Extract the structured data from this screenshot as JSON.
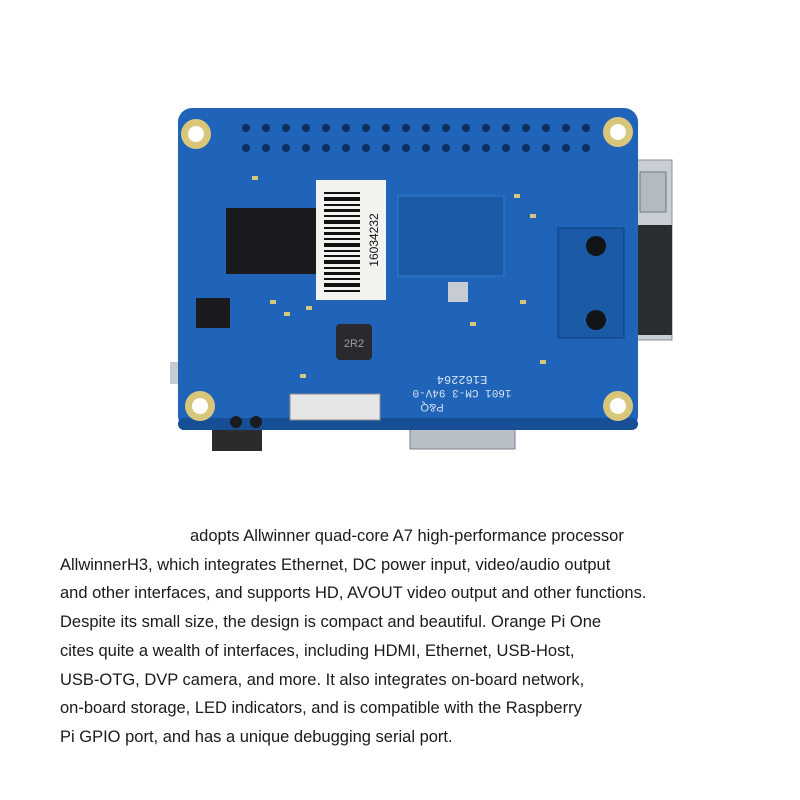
{
  "colors": {
    "pcb": "#1f64b8",
    "pcb_dark": "#174f96",
    "gold": "#d8c77a",
    "black_chip": "#1b1b1f",
    "background": "#ffffff",
    "text": "#1a1a1a"
  },
  "board": {
    "barcode_label": "16034232",
    "silkscreen_code": "E162264",
    "silkscreen_rating": "1601 CM-3 94V-0",
    "silkscreen_brand": "P&Q",
    "inductor_marking": "2R2"
  },
  "description": {
    "lines": [
      "adopts Allwinner quad-core A7 high-performance processor",
      "AllwinnerH3, which integrates Ethernet, DC power input, video/audio output",
      "and other interfaces, and supports HD, AVOUT video output and other functions.",
      "Despite its small size, the design is compact and beautiful. Orange Pi One",
      "cites quite a wealth of interfaces, including HDMI, Ethernet, USB-Host,",
      "USB-OTG, DVP camera, and more. It also integrates on-board network,",
      "on-board storage, LED indicators, and is compatible with the Raspberry",
      "Pi GPIO port, and has a unique debugging serial port."
    ]
  }
}
